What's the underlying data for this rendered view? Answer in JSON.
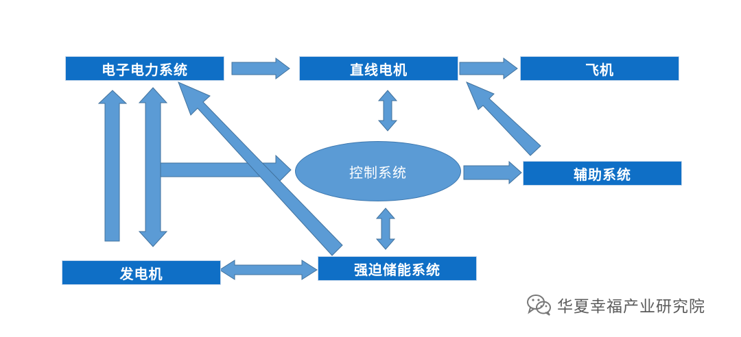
{
  "diagram": {
    "nodes": {
      "power_system": "电子电力系统",
      "linear_motor": "直线电机",
      "aircraft": "飞机",
      "auxiliary_system": "辅助系统",
      "generator": "发电机",
      "forced_storage": "强迫储能系统",
      "control_system": "控制系统"
    },
    "colors": {
      "box_fill": "#0f6fc6",
      "ellipse_fill": "#5b9bd5",
      "arrow_fill": "#5b9bd5",
      "arrow_stroke": "#41719c"
    }
  },
  "watermark": {
    "icon": "wechat-icon",
    "text": "华夏幸福产业研究院"
  }
}
